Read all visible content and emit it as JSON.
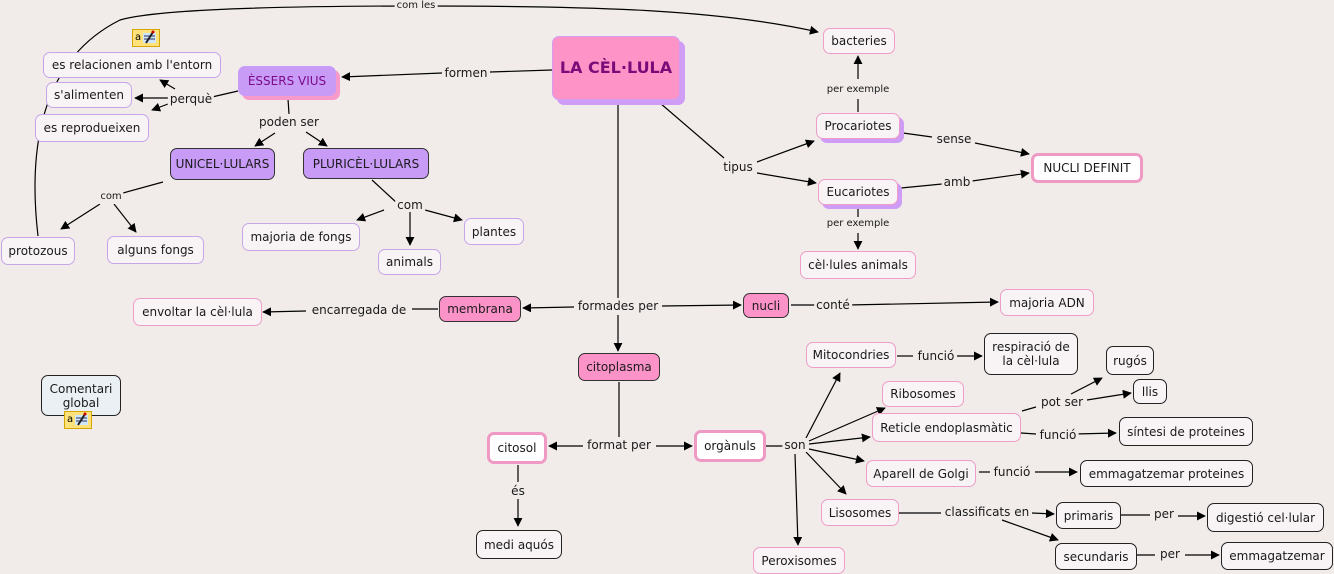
{
  "title": "LA CÈL·LULA",
  "colors": {
    "background": "#f1ecea",
    "main_fill": "#fd93c6",
    "main_text": "#7a0c7a",
    "purple_fill": "#c89bf7",
    "pink_fill": "#fb93c8",
    "pink_border": "#ef9ac5",
    "lavender_border": "#c7a6e6"
  },
  "nodes": {
    "main": "LA CÈL·LULA",
    "essers_vius": "ÈSSERS VIUS",
    "relacionen": "es relacionen amb l'entorn",
    "alimenten": "s'alimenten",
    "reprodueixen": "es reprodueixen",
    "unicel": "UNICEL·LULARS",
    "pluricel": "PLURICÈL·LULARS",
    "protozous": "protozous",
    "alguns_fongs": "alguns fongs",
    "majoria_fongs": "majoria de fongs",
    "animals": "animals",
    "plantes": "plantes",
    "bacteries": "bacteries",
    "procariotes": "Procariotes",
    "eucariotes": "Eucariotes",
    "nucli_definit": "NUCLI DEFINIT",
    "cel_animals": "cèl·lules animals",
    "envoltar": "envoltar la cèl·lula",
    "membrana": "membrana",
    "nucli": "nucli",
    "majoria_adn": "majoria ADN",
    "citoplasma": "citoplasma",
    "citosol": "citosol",
    "medi_aquos": "medi aquós",
    "organuls": "orgànuls",
    "mitocondries": "Mitocondries",
    "respiracio": "respiració de la cèl·lula",
    "ribosomes": "Ribosomes",
    "reticle": "Reticle endoplasmàtic",
    "rugos": "rugós",
    "llis": "llis",
    "sintesi": "síntesi de proteines",
    "golgi": "Aparell de Golgi",
    "emmag_prot": "emmagatzemar proteines",
    "lisosomes": "Lisosomes",
    "primaris": "primaris",
    "secundaris": "secundaris",
    "digestio": "digestió cel·lular",
    "emmagatzemar": "emmagatzemar",
    "peroxisomes": "Peroxisomes",
    "comentari": "Comentari global"
  },
  "links": {
    "com_les": "com les",
    "formen": "formen",
    "perque": "perquè",
    "poden_ser": "poden ser",
    "com1": "com",
    "com2": "com",
    "tipus": "tipus",
    "per_exemple1": "per exemple",
    "per_exemple2": "per exemple",
    "sense": "sense",
    "amb": "amb",
    "formades_per": "formades per",
    "encarregada_de": "encarregada de",
    "conte": "conté",
    "format_per": "format per",
    "es": "és",
    "son": "son",
    "funcio1": "funció",
    "pot_ser": "pot ser",
    "funcio2": "funció",
    "funcio3": "funció",
    "classificats_en": "classificats en",
    "per1": "per",
    "per2": "per"
  },
  "icons": [
    "note-icon",
    "note-icon"
  ]
}
